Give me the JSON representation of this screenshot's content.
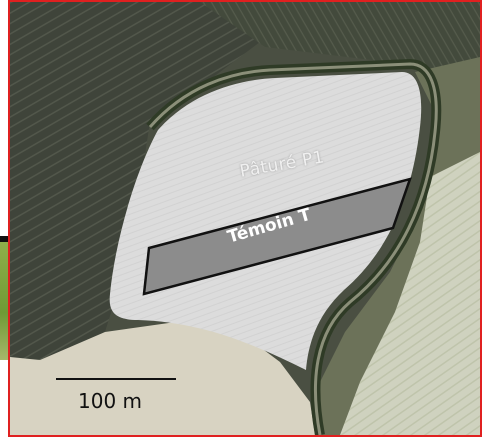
{
  "map": {
    "field_label": "Pâturé P1",
    "control_plot_label": "Témoin T",
    "scale_bar_label": "100 m",
    "colors": {
      "frame": "#e02020",
      "field": "#dcdcdc",
      "control_plot": "#8c8c8c",
      "dark_fields": "#3f443a",
      "light_fields": "#d8d3c2"
    }
  }
}
